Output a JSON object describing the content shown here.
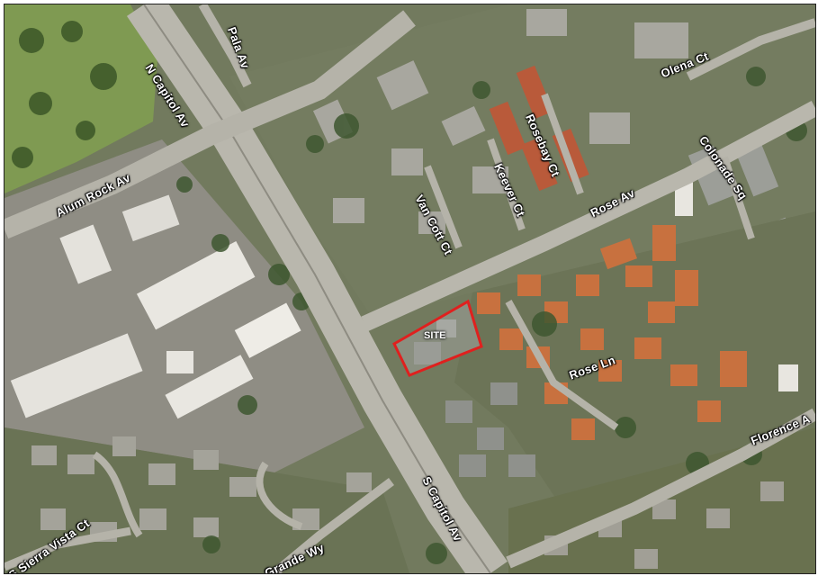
{
  "map": {
    "site_label": "SITE",
    "site_outline_color": "#e0201e",
    "streets": {
      "pala_av": "Pala Av",
      "n_capitol_av": "N Capitol Av",
      "alum_rock_av": "Alum Rock Av",
      "van_cott_ct": "Van Cott Ct",
      "keever_ct": "Keever Ct",
      "rosebay_ct": "Rosebay Ct",
      "rose_av": "Rose Av",
      "olena_ct": "Olena Ct",
      "colonade_sq": "Colonade Sq",
      "rose_ln": "Rose Ln",
      "florence_av": "Florence A",
      "s_capitol_av": "S Capitol Av",
      "sierra_vista_ct": "S Sierra Vista Ct",
      "grande_wy": "Grande Wy"
    },
    "colors": {
      "road": "#b9b7ad",
      "vegetation": "#4f6b36",
      "cemetery_grass": "#7f9a52",
      "roof_orange": "#c8713f",
      "roof_gray": "#9a9c96",
      "roof_white": "#eceae4",
      "parking": "#8d8b83"
    }
  }
}
